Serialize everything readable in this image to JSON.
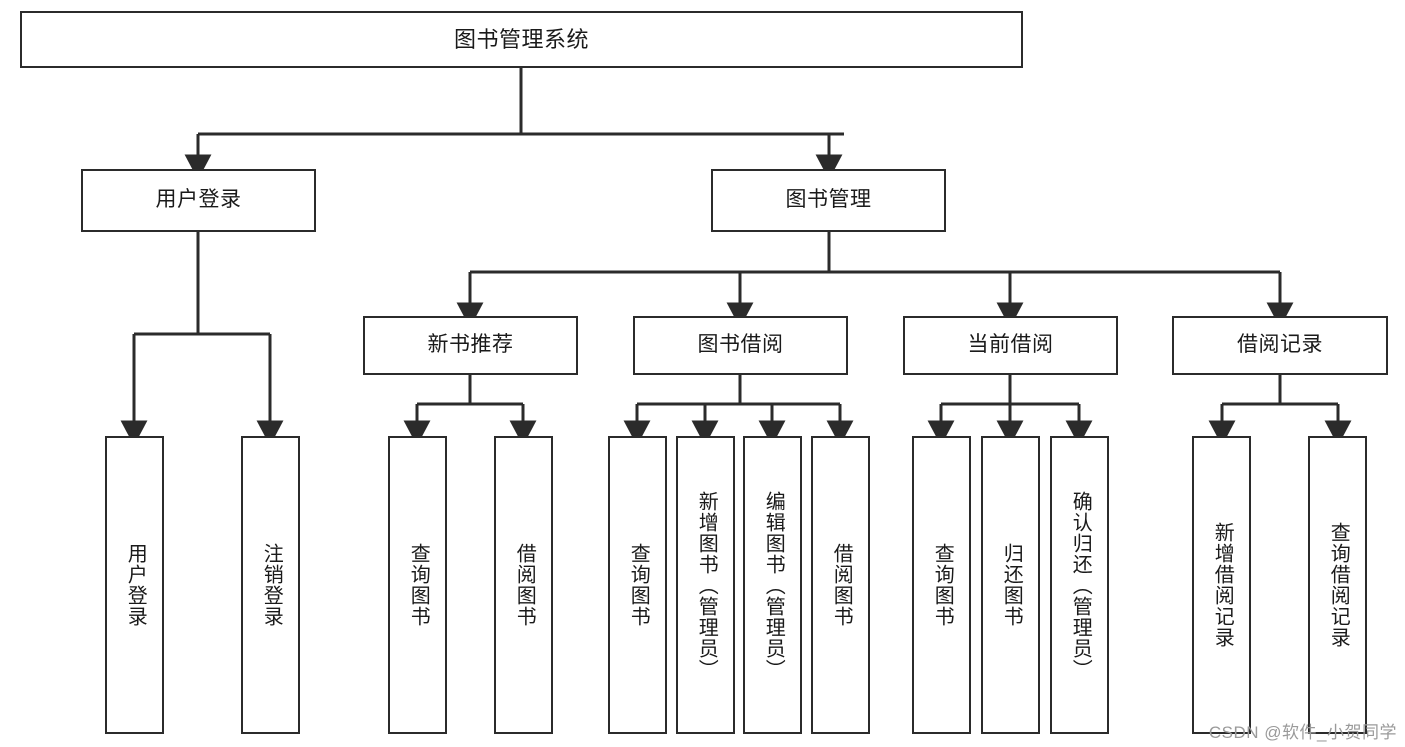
{
  "diagram": {
    "title": "图书管理系统",
    "type": "tree-hierarchy",
    "watermark": "CSDN @软件_小贺同学",
    "colors": {
      "box_border": "#2b2b2b",
      "box_fill": "#ffffff",
      "connector": "#2b2b2b",
      "text": "#1a1a1a",
      "watermark": "#9a9a9a",
      "background": "#ffffff"
    },
    "root": {
      "label": "图书管理系统"
    },
    "level2": [
      {
        "label": "用户登录"
      },
      {
        "label": "图书管理"
      }
    ],
    "level3": [
      {
        "label": "新书推荐"
      },
      {
        "label": "图书借阅"
      },
      {
        "label": "当前借阅"
      },
      {
        "label": "借阅记录"
      }
    ],
    "leaves": {
      "user_login": [
        {
          "label": "用户登录"
        },
        {
          "label": "注销登录"
        }
      ],
      "new_book_recommend": [
        {
          "label": "查询图书"
        },
        {
          "label": "借阅图书"
        }
      ],
      "book_borrow": [
        {
          "label": "查询图书"
        },
        {
          "label": "新增图书（管理员）"
        },
        {
          "label": "编辑图书（管理员）"
        },
        {
          "label": "借阅图书"
        }
      ],
      "current_borrow": [
        {
          "label": "查询图书"
        },
        {
          "label": "归还图书"
        },
        {
          "label": "确认归还（管理员）"
        }
      ],
      "borrow_record": [
        {
          "label": "新增借阅记录"
        },
        {
          "label": "查询借阅记录"
        }
      ]
    }
  }
}
